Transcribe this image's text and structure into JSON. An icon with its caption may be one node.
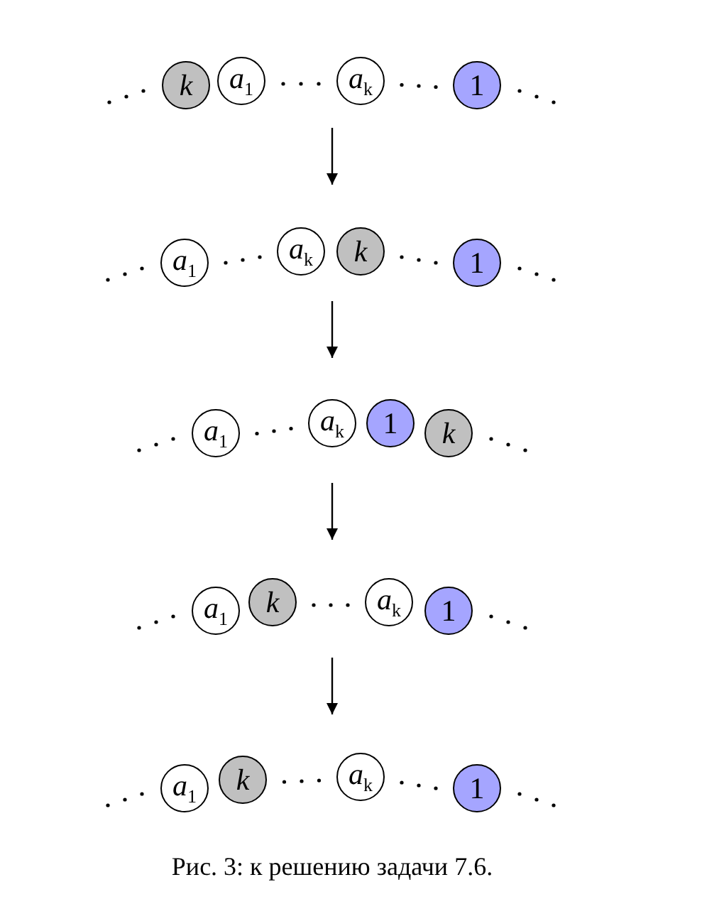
{
  "diagram": {
    "caption": "Рис. 3: к решению задачи 7.6.",
    "nodes": [
      {
        "text": [
          "k"
        ]
      },
      {
        "text": [
          "*a*$_{1}$"
        ]
      },
      {
        "text": [
          "*a*$_{k}$"
        ]
      },
      {
        "text": [
          "1"
        ]
      },
      {
        "text": [
          "*a*$_{1}$"
        ]
      },
      {
        "text": [
          "*a*$_{k}$"
        ]
      },
      {
        "text": [
          "k"
        ]
      },
      {
        "text": [
          "1"
        ]
      },
      {
        "text": [
          "*a*$_{1}$"
        ]
      },
      {
        "text": [
          "*a*$_{k}$"
        ]
      },
      {
        "text": [
          "1"
        ]
      },
      {
        "text": [
          "k"
        ]
      },
      {
        "text": [
          "*a*$_{1}$"
        ]
      },
      {
        "text": [
          "k"
        ]
      },
      {
        "text": [
          "*a*$_{k}$"
        ]
      },
      {
        "text": [
          "1"
        ]
      },
      {
        "text": [
          "*a*$_{1}$"
        ]
      },
      {
        "text": [
          "k"
        ]
      },
      {
        "text": [
          "*a*$_{k}$"
        ]
      },
      {
        "text": [
          "1"
        ]
      }
    ]
  }
}
